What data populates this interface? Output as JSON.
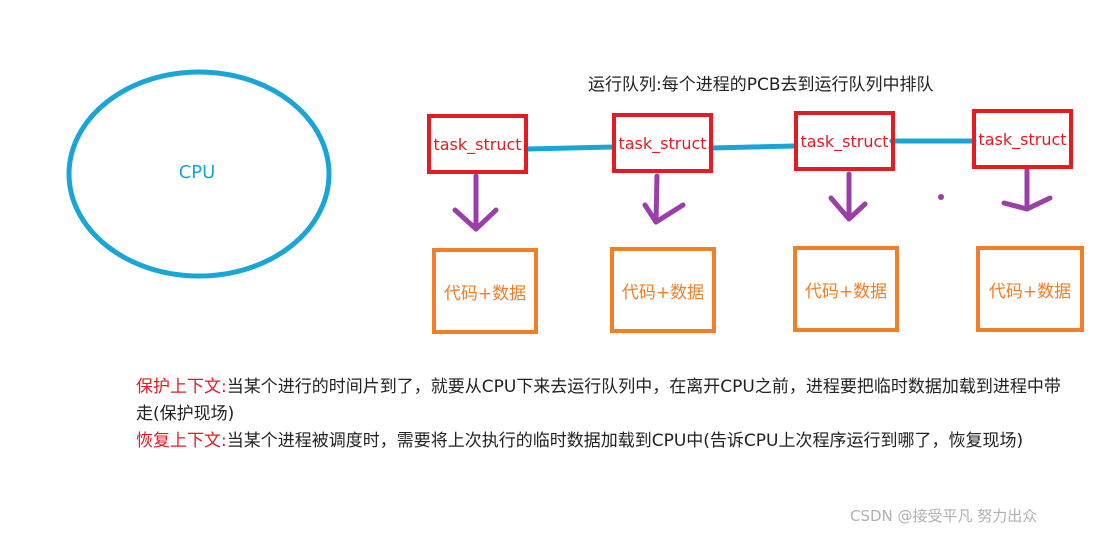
{
  "cpu": {
    "label": "CPU"
  },
  "queue": {
    "title": "运行队列:每个进程的PCB去到运行队列中排队",
    "tasks": [
      {
        "label": "task_struct",
        "data_label": "代码+数据"
      },
      {
        "label": "task_struct",
        "data_label": "代码+数据"
      },
      {
        "label": "task_struct",
        "data_label": "代码+数据"
      },
      {
        "label": "task_struct",
        "data_label": "代码+数据"
      }
    ]
  },
  "notes": {
    "save_label": "保护上下文:",
    "save_text": "当某个进行的时间片到了，就要从CPU下来去运行队列中，在离开CPU之前，进程要把临时数据加载到进程中带走(保护现场)",
    "restore_label": "恢复上下文:",
    "restore_text": "当某个进程被调度时，需要将上次执行的临时数据加载到CPU中(告诉CPU上次程序运行到哪了，恢复现场)"
  },
  "watermark": "CSDN @接受平凡 努力出众",
  "colors": {
    "cpu": "#1aa5d8",
    "task_border": "#e31b23",
    "data_border": "#f07f27",
    "arrow": "#9b3fa8",
    "link": "#1aa5d8"
  }
}
